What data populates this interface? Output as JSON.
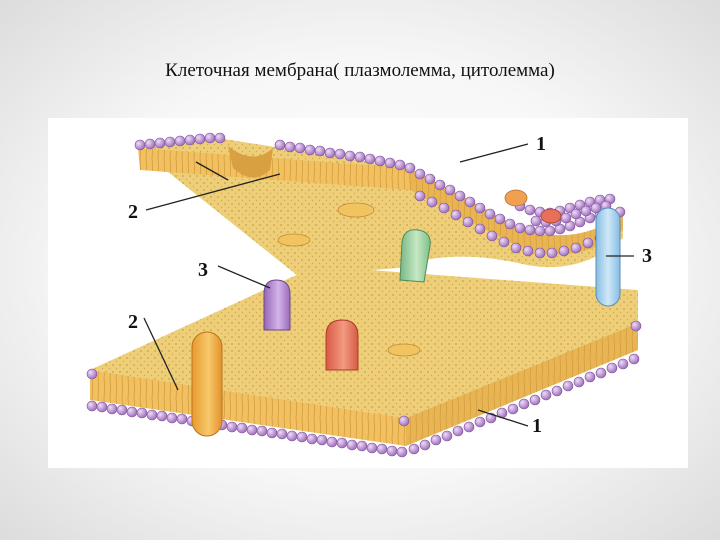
{
  "slide": {
    "title": "Клеточная мембрана( плазмолемма, цитолемма)"
  },
  "diagram": {
    "labels": {
      "upper_right_1": "1",
      "upper_left_2": "2",
      "right_3": "3",
      "left_3": "3",
      "lower_left_2": "2",
      "lower_right_1": "1"
    },
    "colors": {
      "membrane_fill": "#f3c86a",
      "membrane_top": "#eed07e",
      "phospholipid_head": "#c9a2e0",
      "phospholipid_head_dark": "#8a5aa8",
      "protein_green": "#9fd3a4",
      "protein_purple": "#b58ad1",
      "protein_red": "#e8705a",
      "protein_orange": "#f2b34c",
      "protein_blue": "#a9d4ef"
    }
  }
}
